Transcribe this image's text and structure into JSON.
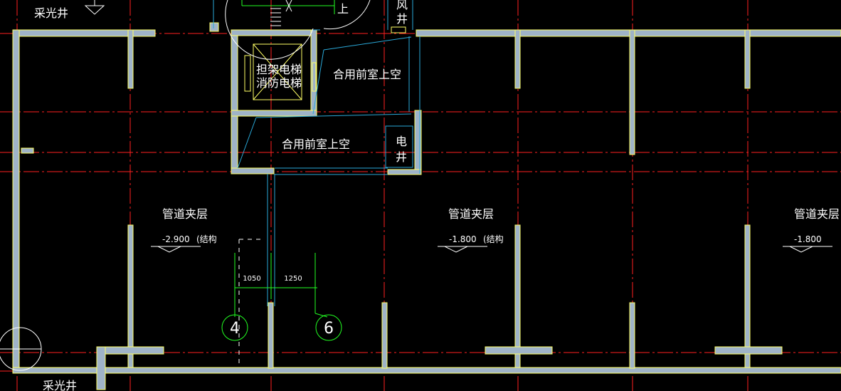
{
  "labels": {
    "skylight_top": "采光井",
    "skylight_bottom": "采光井",
    "stretcher_elevator": "担架电梯",
    "fire_elevator": "消防电梯",
    "shared_anteroom_upper": "合用前室上空",
    "shared_anteroom_lower": "合用前室上空",
    "vent_shaft_char1": "风",
    "vent_shaft_char2": "井",
    "electric_shaft_char1": "电",
    "electric_shaft_char2": "井",
    "stair_up": "上",
    "pipe_interlayer_1": "管道夹层",
    "pipe_interlayer_2": "管道夹层",
    "pipe_interlayer_3": "管道夹层",
    "elevation_1": "-2.900",
    "elevation_2": "-1.800",
    "elevation_3": "-1.800",
    "structure_note_1": "(结构",
    "structure_note_2": "(结构"
  },
  "dimensions": {
    "dim_left": "1050",
    "dim_right": "1250"
  },
  "axes": {
    "axis_4": "4",
    "axis_6": "6"
  },
  "colors": {
    "background": "#000000",
    "wall": "#9fb3c8",
    "wall_edge": "#ffff66",
    "axis_line": "#ff2020",
    "dimension": "#22ff22",
    "annotation": "#ffffff",
    "cyan": "#2aa8d8"
  }
}
